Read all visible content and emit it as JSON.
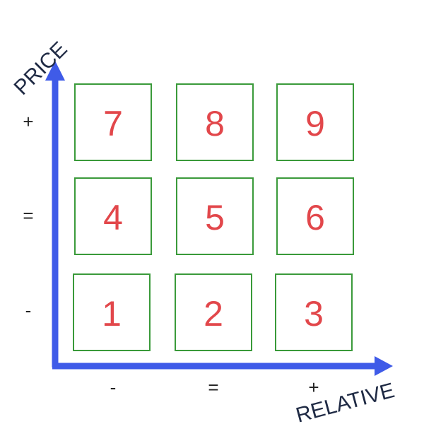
{
  "axes": {
    "y_label": "PRICE",
    "x_label": "RELATIVE",
    "y_ticks": [
      "+",
      "=",
      "-"
    ],
    "x_ticks": [
      "-",
      "=",
      "+"
    ]
  },
  "grid": {
    "rows": [
      [
        "7",
        "8",
        "9"
      ],
      [
        "4",
        "5",
        "6"
      ],
      [
        "1",
        "2",
        "3"
      ]
    ]
  },
  "colors": {
    "axis": "#3f5be8",
    "box_border": "#3a9a3a",
    "number": "#e2474b",
    "label": "#1f2a44"
  }
}
